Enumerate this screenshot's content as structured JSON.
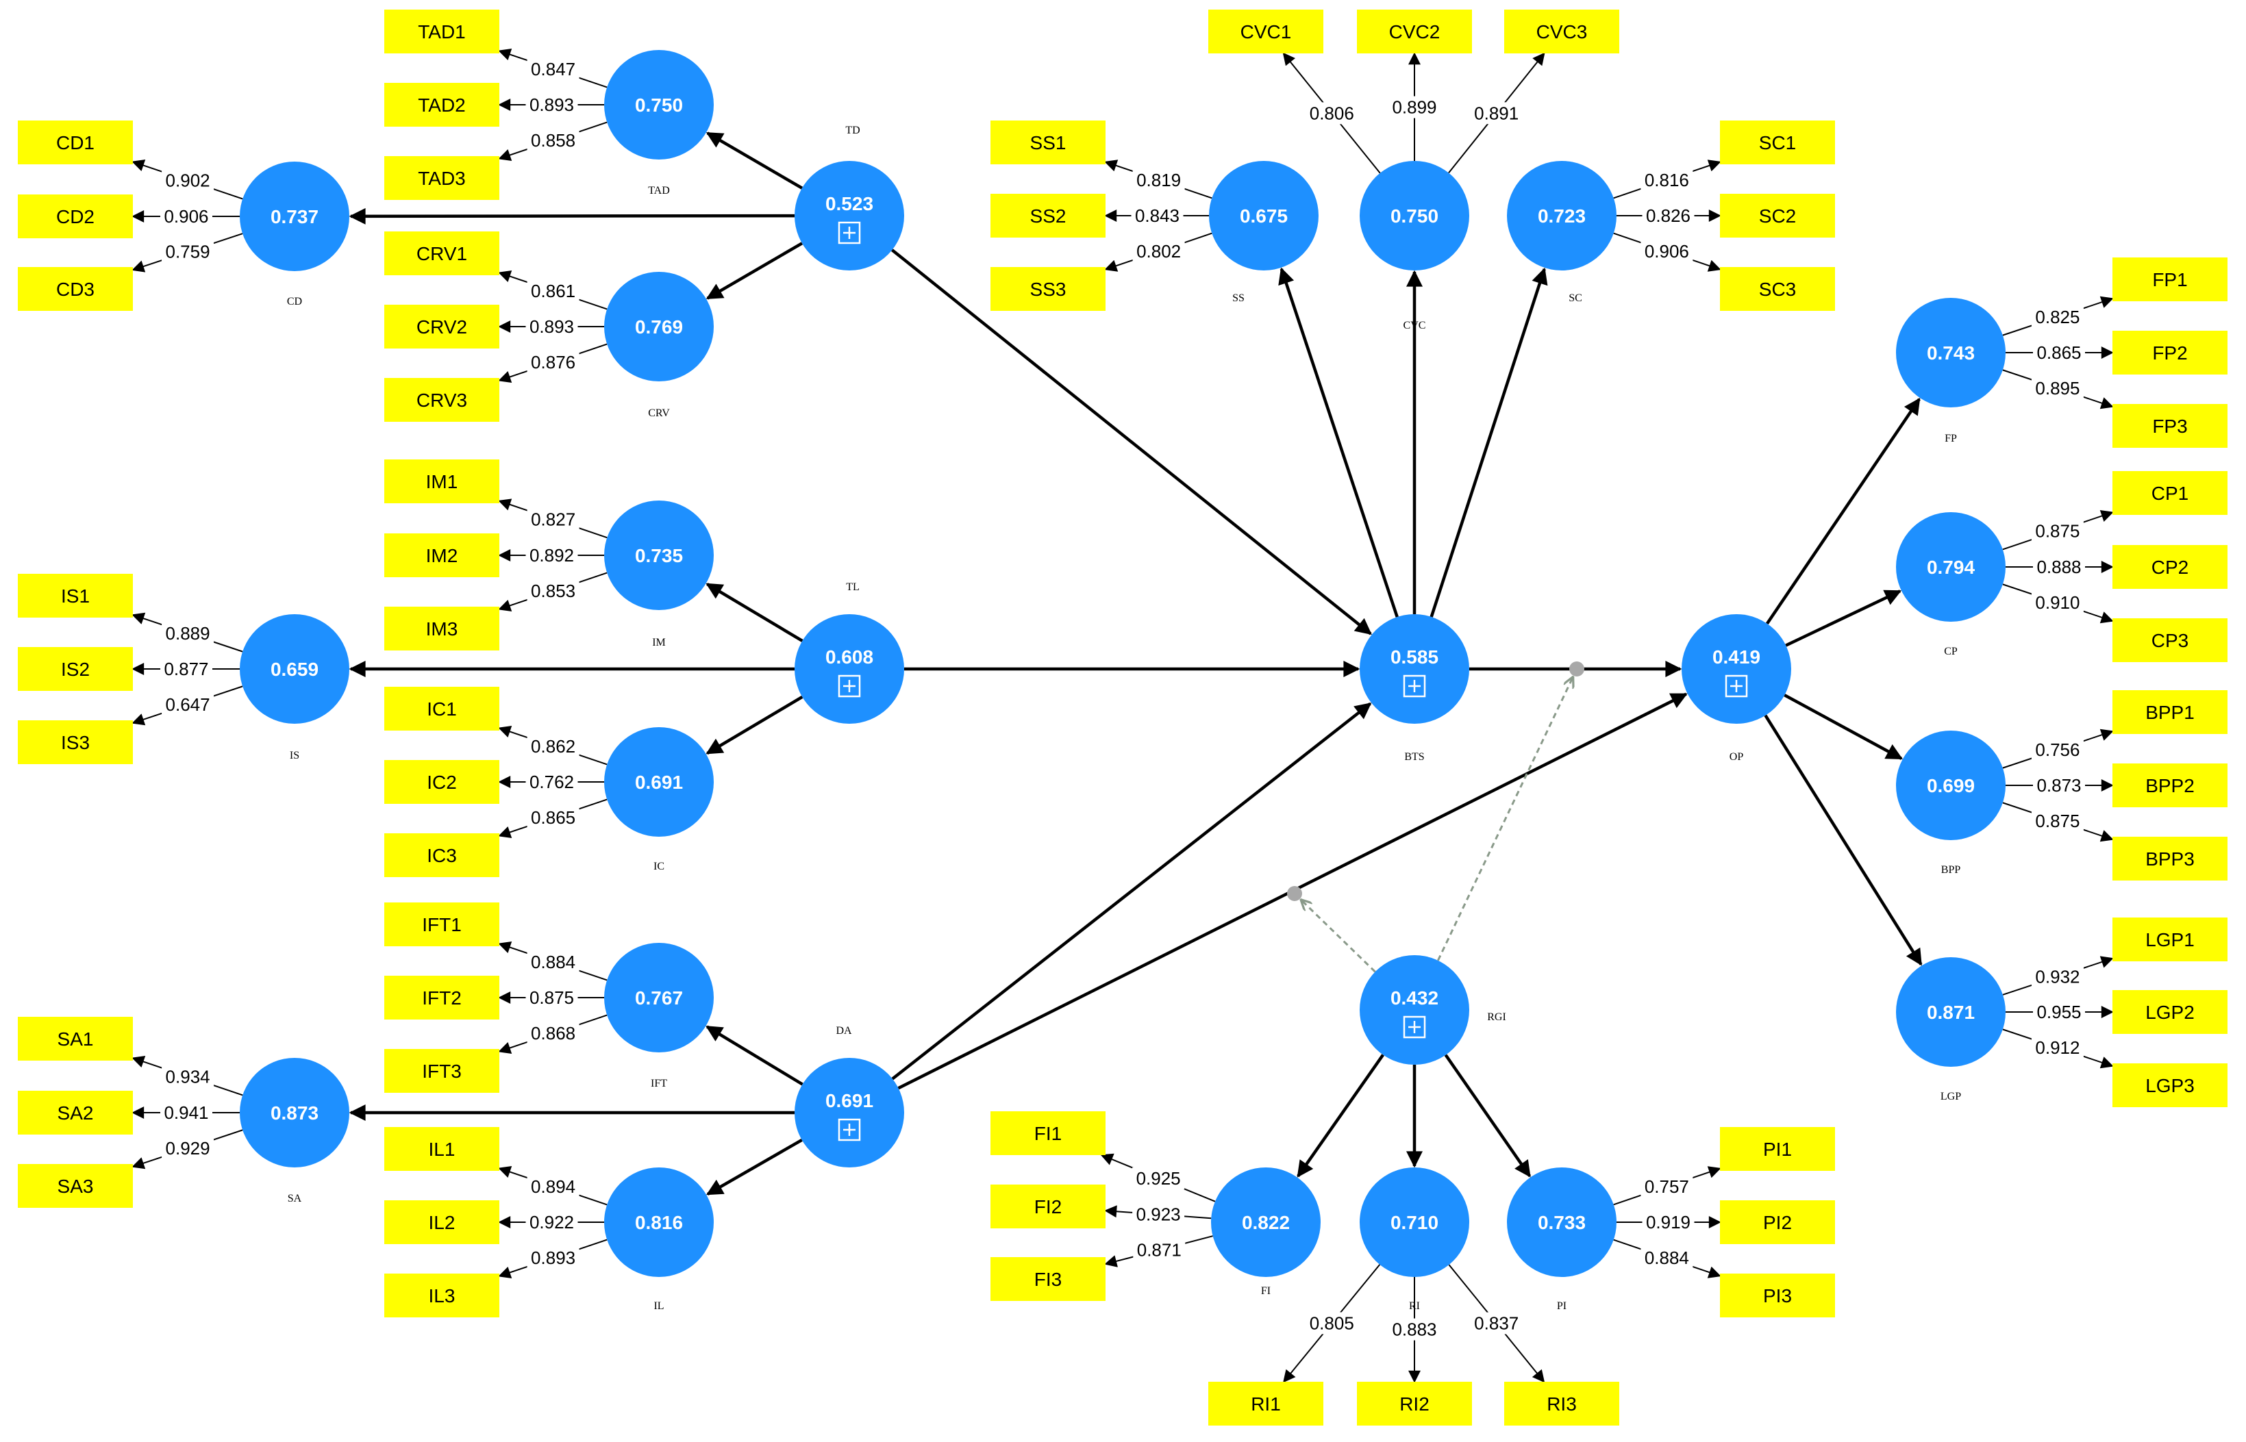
{
  "latent_variables": [
    {
      "id": "TD",
      "name": "TD",
      "value": "0.523",
      "higher_order": true
    },
    {
      "id": "TAD",
      "name": "TAD",
      "value": "0.750"
    },
    {
      "id": "CRV",
      "name": "CRV",
      "value": "0.769"
    },
    {
      "id": "CD",
      "name": "CD",
      "value": "0.737"
    },
    {
      "id": "TL",
      "name": "TL",
      "value": "0.608",
      "higher_order": true
    },
    {
      "id": "IM",
      "name": "IM",
      "value": "0.735"
    },
    {
      "id": "IC",
      "name": "IC",
      "value": "0.691"
    },
    {
      "id": "IS",
      "name": "IS",
      "value": "0.659"
    },
    {
      "id": "DA",
      "name": "DA",
      "value": "0.691",
      "higher_order": true
    },
    {
      "id": "IFT",
      "name": "IFT",
      "value": "0.767"
    },
    {
      "id": "IL",
      "name": "IL",
      "value": "0.816"
    },
    {
      "id": "SA",
      "name": "SA",
      "value": "0.873"
    },
    {
      "id": "SS",
      "name": "SS",
      "value": "0.675"
    },
    {
      "id": "CVC",
      "name": "CVC",
      "value": "0.750"
    },
    {
      "id": "SC",
      "name": "SC",
      "value": "0.723"
    },
    {
      "id": "BTS",
      "name": "BTS",
      "value": "0.585",
      "higher_order": true
    },
    {
      "id": "OP",
      "name": "OP",
      "value": "0.419",
      "higher_order": true
    },
    {
      "id": "FP",
      "name": "FP",
      "value": "0.743"
    },
    {
      "id": "CP",
      "name": "CP",
      "value": "0.794"
    },
    {
      "id": "BPP",
      "name": "BPP",
      "value": "0.699"
    },
    {
      "id": "LGP",
      "name": "LGP",
      "value": "0.871"
    },
    {
      "id": "RGI",
      "name": "RGI",
      "value": "0.432",
      "higher_order": true
    },
    {
      "id": "FI",
      "name": "FI",
      "value": "0.822"
    },
    {
      "id": "RI",
      "name": "RI",
      "value": "0.710"
    },
    {
      "id": "PI",
      "name": "PI",
      "value": "0.733"
    }
  ],
  "indicators": [
    {
      "id": "TAD1",
      "of": "TAD",
      "loading": "0.847"
    },
    {
      "id": "TAD2",
      "of": "TAD",
      "loading": "0.893"
    },
    {
      "id": "TAD3",
      "of": "TAD",
      "loading": "0.858"
    },
    {
      "id": "CRV1",
      "of": "CRV",
      "loading": "0.861"
    },
    {
      "id": "CRV2",
      "of": "CRV",
      "loading": "0.893"
    },
    {
      "id": "CRV3",
      "of": "CRV",
      "loading": "0.876"
    },
    {
      "id": "CD1",
      "of": "CD",
      "loading": "0.902"
    },
    {
      "id": "CD2",
      "of": "CD",
      "loading": "0.906"
    },
    {
      "id": "CD3",
      "of": "CD",
      "loading": "0.759"
    },
    {
      "id": "IM1",
      "of": "IM",
      "loading": "0.827"
    },
    {
      "id": "IM2",
      "of": "IM",
      "loading": "0.892"
    },
    {
      "id": "IM3",
      "of": "IM",
      "loading": "0.853"
    },
    {
      "id": "IC1",
      "of": "IC",
      "loading": "0.862"
    },
    {
      "id": "IC2",
      "of": "IC",
      "loading": "0.762"
    },
    {
      "id": "IC3",
      "of": "IC",
      "loading": "0.865"
    },
    {
      "id": "IS1",
      "of": "IS",
      "loading": "0.889"
    },
    {
      "id": "IS2",
      "of": "IS",
      "loading": "0.877"
    },
    {
      "id": "IS3",
      "of": "IS",
      "loading": "0.647"
    },
    {
      "id": "IFT1",
      "of": "IFT",
      "loading": "0.884"
    },
    {
      "id": "IFT2",
      "of": "IFT",
      "loading": "0.875"
    },
    {
      "id": "IFT3",
      "of": "IFT",
      "loading": "0.868"
    },
    {
      "id": "IL1",
      "of": "IL",
      "loading": "0.894"
    },
    {
      "id": "IL2",
      "of": "IL",
      "loading": "0.922"
    },
    {
      "id": "IL3",
      "of": "IL",
      "loading": "0.893"
    },
    {
      "id": "SA1",
      "of": "SA",
      "loading": "0.934"
    },
    {
      "id": "SA2",
      "of": "SA",
      "loading": "0.941"
    },
    {
      "id": "SA3",
      "of": "SA",
      "loading": "0.929"
    },
    {
      "id": "SS1",
      "of": "SS",
      "loading": "0.819"
    },
    {
      "id": "SS2",
      "of": "SS",
      "loading": "0.843"
    },
    {
      "id": "SS3",
      "of": "SS",
      "loading": "0.802"
    },
    {
      "id": "CVC1",
      "of": "CVC",
      "loading": "0.806"
    },
    {
      "id": "CVC2",
      "of": "CVC",
      "loading": "0.899"
    },
    {
      "id": "CVC3",
      "of": "CVC",
      "loading": "0.891"
    },
    {
      "id": "SC1",
      "of": "SC",
      "loading": "0.816"
    },
    {
      "id": "SC2",
      "of": "SC",
      "loading": "0.826"
    },
    {
      "id": "SC3",
      "of": "SC",
      "loading": "0.906"
    },
    {
      "id": "FP1",
      "of": "FP",
      "loading": "0.825"
    },
    {
      "id": "FP2",
      "of": "FP",
      "loading": "0.865"
    },
    {
      "id": "FP3",
      "of": "FP",
      "loading": "0.895"
    },
    {
      "id": "CP1",
      "of": "CP",
      "loading": "0.875"
    },
    {
      "id": "CP2",
      "of": "CP",
      "loading": "0.888"
    },
    {
      "id": "CP3",
      "of": "CP",
      "loading": "0.910"
    },
    {
      "id": "BPP1",
      "of": "BPP",
      "loading": "0.756"
    },
    {
      "id": "BPP2",
      "of": "BPP",
      "loading": "0.873"
    },
    {
      "id": "BPP3",
      "of": "BPP",
      "loading": "0.875"
    },
    {
      "id": "LGP1",
      "of": "LGP",
      "loading": "0.932"
    },
    {
      "id": "LGP2",
      "of": "LGP",
      "loading": "0.955"
    },
    {
      "id": "LGP3",
      "of": "LGP",
      "loading": "0.912"
    },
    {
      "id": "FI1",
      "of": "FI",
      "loading": "0.925"
    },
    {
      "id": "FI2",
      "of": "FI",
      "loading": "0.923"
    },
    {
      "id": "FI3",
      "of": "FI",
      "loading": "0.871"
    },
    {
      "id": "RI1",
      "of": "RI",
      "loading": "0.805"
    },
    {
      "id": "RI2",
      "of": "RI",
      "loading": "0.883"
    },
    {
      "id": "RI3",
      "of": "RI",
      "loading": "0.837"
    },
    {
      "id": "PI1",
      "of": "PI",
      "loading": "0.757"
    },
    {
      "id": "PI2",
      "of": "PI",
      "loading": "0.919"
    },
    {
      "id": "PI3",
      "of": "PI",
      "loading": "0.884"
    }
  ],
  "structural_paths": [
    {
      "from": "TD",
      "to": "TAD"
    },
    {
      "from": "TD",
      "to": "CRV"
    },
    {
      "from": "TD",
      "to": "CD"
    },
    {
      "from": "TD",
      "to": "BTS"
    },
    {
      "from": "TL",
      "to": "IM"
    },
    {
      "from": "TL",
      "to": "IC"
    },
    {
      "from": "TL",
      "to": "IS"
    },
    {
      "from": "TL",
      "to": "BTS"
    },
    {
      "from": "DA",
      "to": "IFT"
    },
    {
      "from": "DA",
      "to": "IL"
    },
    {
      "from": "DA",
      "to": "SA"
    },
    {
      "from": "DA",
      "to": "BTS"
    },
    {
      "from": "DA",
      "to": "OP"
    },
    {
      "from": "BTS",
      "to": "SS"
    },
    {
      "from": "BTS",
      "to": "CVC"
    },
    {
      "from": "BTS",
      "to": "SC"
    },
    {
      "from": "BTS",
      "to": "OP"
    },
    {
      "from": "OP",
      "to": "FP"
    },
    {
      "from": "OP",
      "to": "CP"
    },
    {
      "from": "OP",
      "to": "BPP"
    },
    {
      "from": "OP",
      "to": "LGP"
    },
    {
      "from": "RGI",
      "to": "FI"
    },
    {
      "from": "RGI",
      "to": "RI"
    },
    {
      "from": "RGI",
      "to": "PI"
    }
  ],
  "moderating_effects": [
    {
      "from": "RGI",
      "on": "DA-OP"
    },
    {
      "from": "RGI",
      "on": "BTS-OP"
    }
  ],
  "colors": {
    "construct": "#1e90ff",
    "indicator": "#ffff00",
    "path": "#000000",
    "moderation": "#8a9a8a"
  }
}
